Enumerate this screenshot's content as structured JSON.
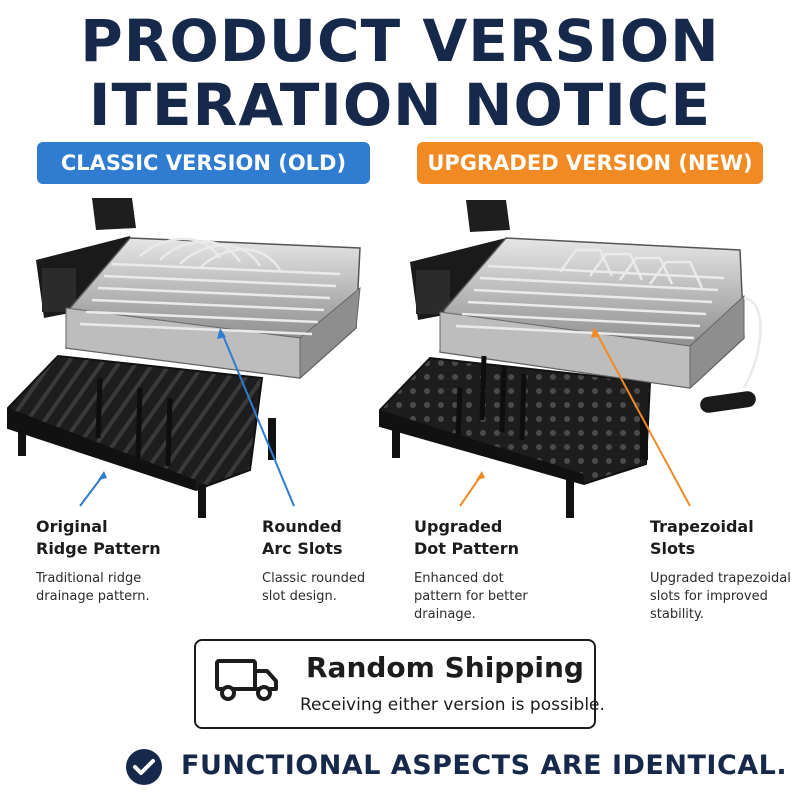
{
  "header": {
    "title_line1": "PRODUCT VERSION",
    "title_line2": "ITERATION NOTICE"
  },
  "versions": {
    "old_label": "CLASSIC VERSION (OLD)",
    "new_label": "UPGRADED VERSION (NEW)"
  },
  "features": [
    {
      "title_line1": "Original",
      "title_line2": "Ridge Pattern",
      "desc": [
        "Traditional ridge",
        "drainage pattern."
      ]
    },
    {
      "title_line1": "Rounded",
      "title_line2": "Arc Slots",
      "desc": [
        "Classic rounded",
        "slot design."
      ]
    },
    {
      "title_line1": "Upgraded",
      "title_line2": "Dot Pattern",
      "desc": [
        "Enhanced dot",
        "pattern for better",
        "drainage."
      ]
    },
    {
      "title_line1": "Trapezoidal",
      "title_line2": "Slots",
      "desc": [
        "Upgraded trapezoidal",
        "slots for improved",
        "stability."
      ]
    }
  ],
  "shipping": {
    "icon": "truck-icon",
    "title": "Random Shipping",
    "subtitle": "Receiving either version is possible."
  },
  "footer": {
    "icon": "check-circle-icon",
    "text": "FUNCTIONAL ASPECTS ARE IDENTICAL."
  },
  "colors": {
    "title": "#17294a",
    "old_accent": "#2f7cd0",
    "new_accent": "#f28a24"
  }
}
